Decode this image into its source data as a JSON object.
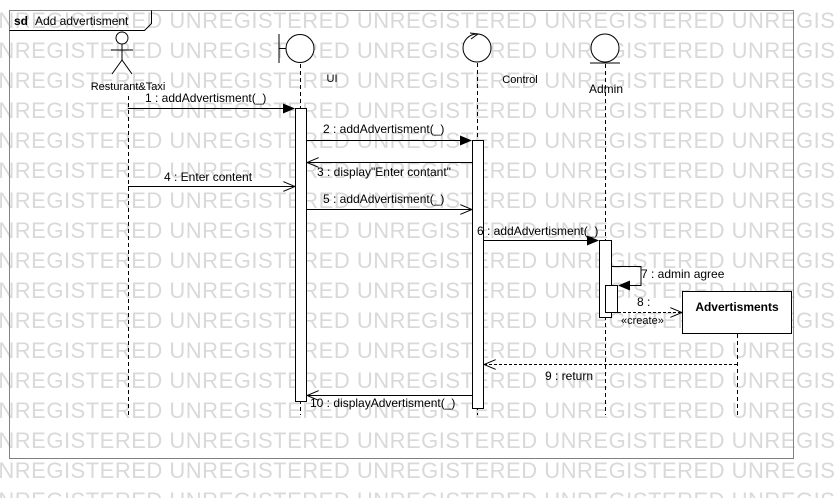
{
  "frame": {
    "keyword": "sd",
    "title": "Add advertisment"
  },
  "watermark": {
    "text": "UNREGISTERED"
  },
  "lifelines": [
    {
      "id": "actor",
      "kind": "actor",
      "name": "Resturant&Taxi"
    },
    {
      "id": "ui",
      "kind": "boundary",
      "name": "UI"
    },
    {
      "id": "control",
      "kind": "control",
      "name": "Control"
    },
    {
      "id": "admin",
      "kind": "entity",
      "name": "Admin"
    },
    {
      "id": "advertisments",
      "kind": "object",
      "name": "Advertisments"
    }
  ],
  "messages": [
    {
      "label": "1 : addAdvertisment(_)",
      "from": "actor",
      "to": "ui",
      "type": "sync"
    },
    {
      "label": "2 : addAdvertisment(_)",
      "from": "ui",
      "to": "control",
      "type": "sync"
    },
    {
      "label": "3 : display\"Enter contant\"",
      "from": "control",
      "to": "ui",
      "type": "reply"
    },
    {
      "label": "4 : Enter content",
      "from": "actor",
      "to": "ui",
      "type": "async"
    },
    {
      "label": "5 : addAdvertisment(_)",
      "from": "ui",
      "to": "control",
      "type": "async"
    },
    {
      "label": "6 : addAdvertisment(_)",
      "from": "control",
      "to": "admin",
      "type": "sync"
    },
    {
      "label": "7 : admin agree",
      "from": "admin",
      "to": "admin",
      "type": "self"
    },
    {
      "label": "8 :",
      "stereotype": "«create»",
      "from": "admin",
      "to": "advertisments",
      "type": "create"
    },
    {
      "label": "9 : return",
      "from": "advertisments",
      "to": "control",
      "type": "return"
    },
    {
      "label": "10 : displayAdvertisment(_)",
      "from": "control",
      "to": "ui",
      "type": "reply"
    }
  ]
}
